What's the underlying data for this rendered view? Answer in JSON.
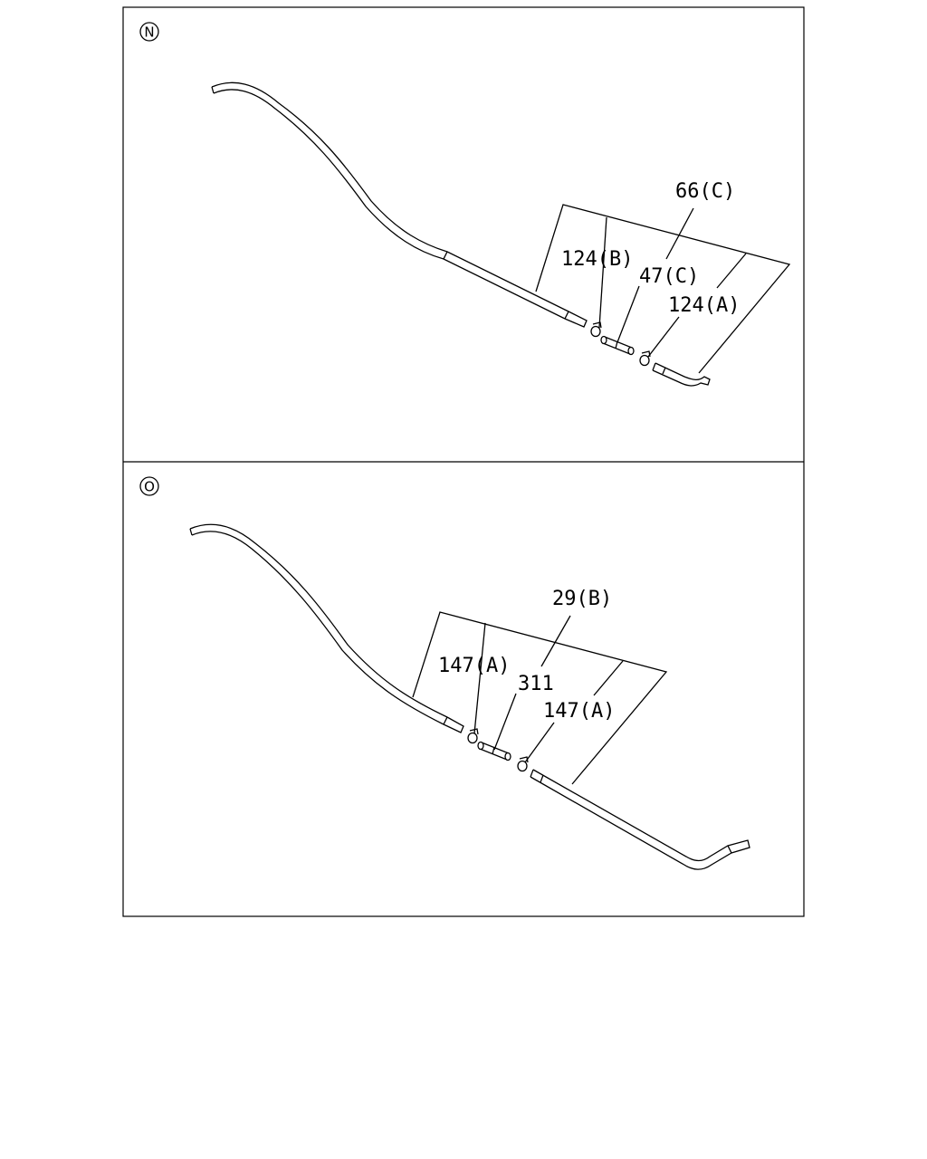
{
  "panels": [
    {
      "marker": "N",
      "callouts": [
        "66(C)",
        "124(B)",
        "47(C)",
        "124(A)"
      ]
    },
    {
      "marker": "O",
      "callouts": [
        "29(B)",
        "147(A)",
        "311",
        "147(A)"
      ]
    }
  ]
}
